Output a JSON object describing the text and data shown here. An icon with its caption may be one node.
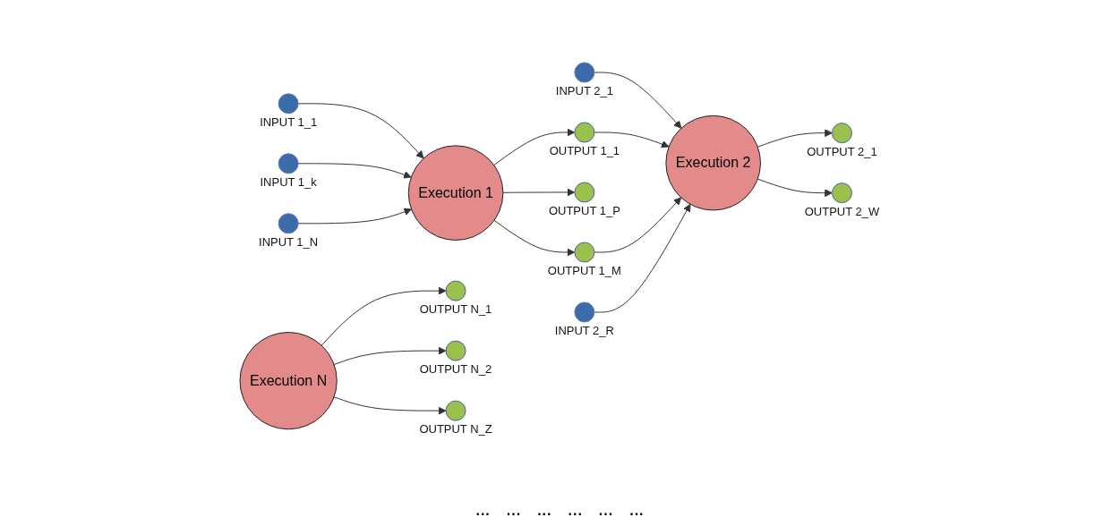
{
  "diagram": {
    "nodes": [
      {
        "text": [],
        "shape": "circle",
        "beside": [
          "INPUT 1_1"
        ]
      },
      {
        "text": [],
        "shape": "circle",
        "beside": [
          "INPUT 1_k"
        ]
      },
      {
        "text": [],
        "shape": "circle",
        "beside": [
          "INPUT 1_N"
        ]
      },
      {
        "text": [
          "Execution 1"
        ]
      },
      {
        "text": [],
        "shape": "circle",
        "beside": [
          "INPUT 2_1"
        ]
      },
      {
        "text": [],
        "shape": "circle",
        "beside": [
          "OUTPUT 1_1"
        ]
      },
      {
        "text": [],
        "shape": "circle",
        "beside": [
          "OUTPUT 1_P"
        ]
      },
      {
        "text": [],
        "shape": "circle",
        "beside": [
          "OUTPUT 1_M"
        ]
      },
      {
        "text": [],
        "shape": "circle",
        "beside": [
          "INPUT 2_R"
        ]
      },
      {
        "text": [
          "Execution 2"
        ]
      },
      {
        "text": [],
        "shape": "circle",
        "beside": [
          "OUTPUT 2_1"
        ]
      },
      {
        "text": [],
        "shape": "circle",
        "beside": [
          "OUTPUT 2_W"
        ]
      },
      {
        "text": [
          "Execution N"
        ]
      },
      {
        "text": [],
        "shape": "circle",
        "beside": [
          "OUTPUT N_1"
        ]
      },
      {
        "text": [],
        "shape": "circle",
        "beside": [
          "OUTPUT N_2"
        ]
      },
      {
        "text": [],
        "shape": "circle",
        "beside": [
          "OUTPUT N_Z"
        ]
      }
    ],
    "edges": [
      {
        "from": 0,
        "to": 3,
        "arrow": "to"
      },
      {
        "from": 1,
        "to": 3,
        "arrow": "to"
      },
      {
        "from": 2,
        "to": 3,
        "arrow": "to"
      },
      {
        "from": 3,
        "to": 5,
        "arrow": "to"
      },
      {
        "from": 3,
        "to": 6,
        "arrow": "to"
      },
      {
        "from": 3,
        "to": 7,
        "arrow": "to"
      },
      {
        "from": 4,
        "to": 9,
        "arrow": "to"
      },
      {
        "from": 5,
        "to": 9,
        "arrow": "to"
      },
      {
        "from": 7,
        "to": 9,
        "arrow": "to"
      },
      {
        "from": 8,
        "to": 9,
        "arrow": "to"
      },
      {
        "from": 9,
        "to": 10,
        "arrow": "to"
      },
      {
        "from": 9,
        "to": 11,
        "arrow": "to"
      },
      {
        "from": 12,
        "to": 13,
        "arrow": "to"
      },
      {
        "from": 12,
        "to": 14,
        "arrow": "to"
      },
      {
        "from": 12,
        "to": 15,
        "arrow": "to"
      }
    ],
    "labels": [
      "...",
      "...",
      "...",
      "...",
      "...",
      "..."
    ]
  }
}
